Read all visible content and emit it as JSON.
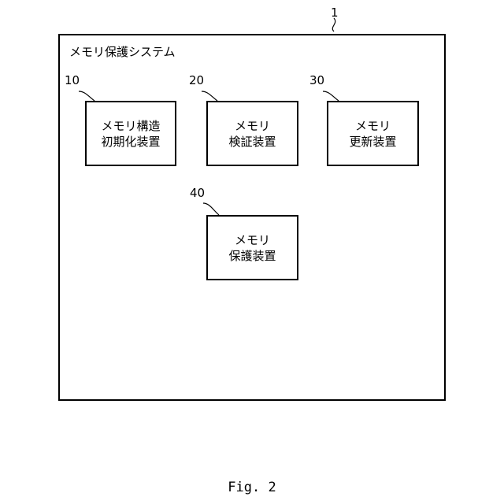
{
  "system": {
    "ref": "1",
    "label": "メモリ保護システム"
  },
  "blocks": [
    {
      "ref": "10",
      "line1": "メモリ構造",
      "line2": "初期化装置"
    },
    {
      "ref": "20",
      "line1": "メモリ",
      "line2": "検証装置"
    },
    {
      "ref": "30",
      "line1": "メモリ",
      "line2": "更新装置"
    },
    {
      "ref": "40",
      "line1": "メモリ",
      "line2": "保護装置"
    }
  ],
  "caption": "Fig. 2"
}
